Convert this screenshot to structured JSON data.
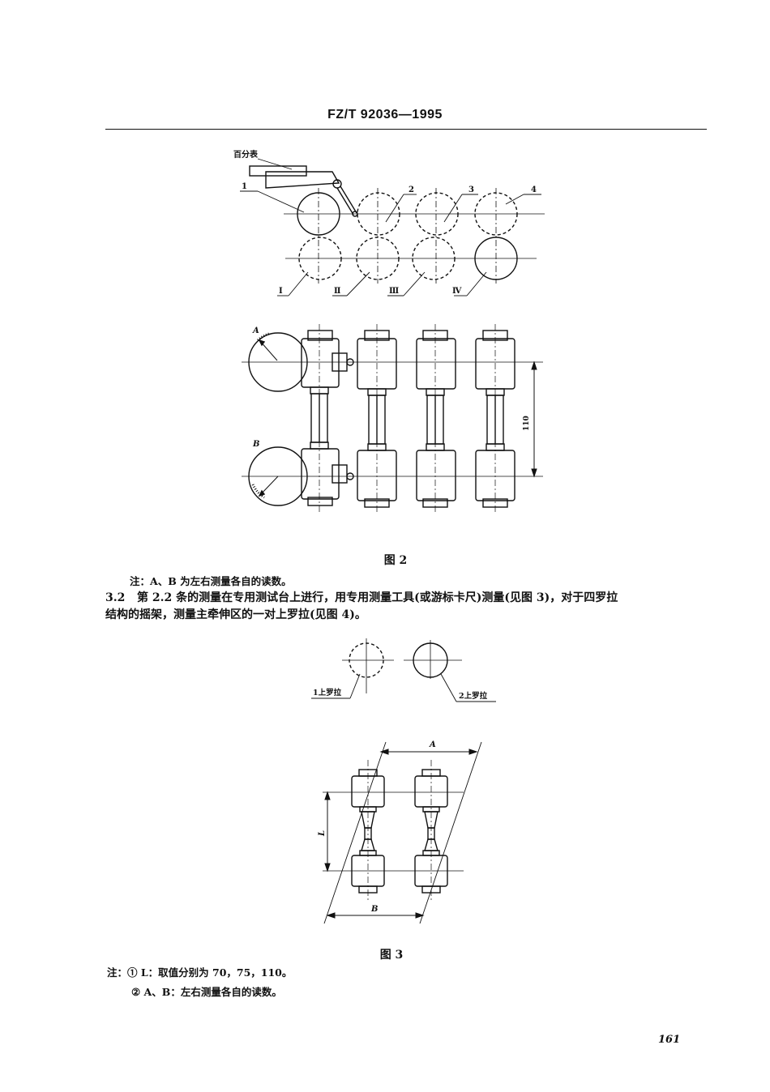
{
  "header": {
    "code": "FZ/T 92036—1995"
  },
  "figure2": {
    "gauge_label": "百分表",
    "top_labels": [
      "1",
      "2",
      "3",
      "4"
    ],
    "bottom_labels": [
      "Ⅰ",
      "Ⅱ",
      "Ⅲ",
      "Ⅳ"
    ],
    "dial_a": "A",
    "dial_b": "B",
    "dimension": "110",
    "caption": "图 2",
    "note": "注：A、B 为左右测量各自的读数。"
  },
  "section": {
    "number": "3.2",
    "text_line1": "第 2.2 条的测量在专用测试台上进行，用专用测量工具(或游标卡尺)测量(见图 3)，对于四罗拉",
    "text_line2": "结构的摇架，测量主牵伸区的一对上罗拉(见图 4)。"
  },
  "figure3": {
    "roller1_label": "1上罗拉",
    "roller2_label": "2上罗拉",
    "dim_a": "A",
    "dim_b": "B",
    "dim_l": "L",
    "caption": "图 3",
    "note1": "注：① L：取值分别为 70，75，110。",
    "note2": "② A、B：左右测量各自的读数。"
  },
  "page_number": "161"
}
